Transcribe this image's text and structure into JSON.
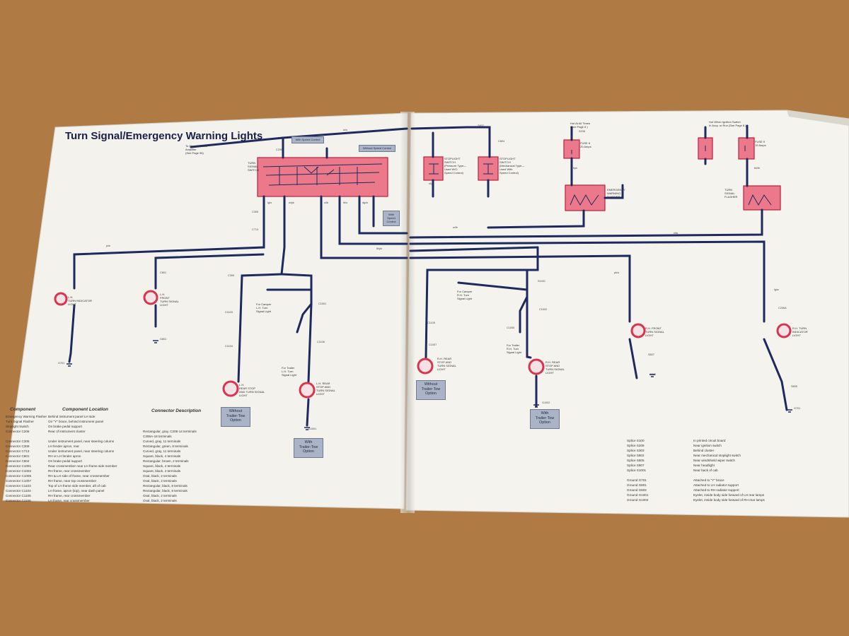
{
  "title": "Turn Signal/Emergency Warning Lights",
  "colors": {
    "wire": "#1e2a5e",
    "highlight": "#e8506a",
    "paper": "#f3f2ec",
    "option_box": "#aab4c6",
    "table": "#f4f3ee"
  },
  "component_table": {
    "headers": {
      "component": "Component",
      "location": "Component Location",
      "connector": "Connector Description"
    },
    "rows": [
      {
        "component": "Emergency Warning Flasher",
        "location": "Behind instrument panel LH side",
        "connector": ""
      },
      {
        "component": "Turn Signal Flasher",
        "location": "On \"Y\" brace, behind instrument panel",
        "connector": ""
      },
      {
        "component": "Stoplight Switch",
        "location": "On brake pedal support",
        "connector": ""
      },
      {
        "component": "Connector C206",
        "location": "Rear of instrument cluster",
        "connector": "Rectangular, gray, C206-14 terminals"
      },
      {
        "component": "",
        "location": "",
        "connector": "C206A-18 terminals"
      },
      {
        "component": "Connector C305",
        "location": "Under instrument panel, near steering column",
        "connector": "Curved, gray, 11 terminals"
      },
      {
        "component": "Connector C309",
        "location": "LH fender apron, rear",
        "connector": "Rectangular, green, 8 terminals"
      },
      {
        "component": "Connector C713",
        "location": "Under instrument panel, near steering column",
        "connector": "Curved, gray, 11 terminals"
      },
      {
        "component": "Connector C801",
        "location": "RH or LH fender apron",
        "connector": "Square, black, 4 terminals"
      },
      {
        "component": "Connector C804",
        "location": "On brake pedal support",
        "connector": "Rectangular, brown, 2 terminals"
      },
      {
        "component": "Connector C1001",
        "location": "Rear crossmember near LH frame side member",
        "connector": "Square, black, 4 terminals"
      },
      {
        "component": "Connector C1002",
        "location": "RH frame, rear crossmember",
        "connector": "Square, black, 4 terminals"
      },
      {
        "component": "Connector C1005",
        "location": "RH & LH side of frame, near crossmember",
        "connector": "Oval, black, 2 terminals"
      },
      {
        "component": "Connector C1007",
        "location": "RH frame, near top crossmember",
        "connector": "Oval, black, 2 terminals"
      },
      {
        "component": "Connector C1103",
        "location": "Top of LH frame side member, aft of cab",
        "connector": "Rectangular, black, 8 terminals"
      },
      {
        "component": "Connector C1104",
        "location": "LH frame, apron (top), near dash panel",
        "connector": "Rectangular, black, 8 terminals"
      },
      {
        "component": "Connector C1105",
        "location": "RH frame, rear crossmember",
        "connector": "Oval, black, 2 terminals"
      },
      {
        "component": "Connector C1106",
        "location": "LH frame, rear crossmember",
        "connector": "Oval, black, 2 terminals"
      }
    ]
  },
  "splice_table": [
    {
      "name": "Splice S100",
      "location": "In printed circuit board"
    },
    {
      "name": "Splice S208",
      "location": "Near ignition switch"
    },
    {
      "name": "Splice S303",
      "location": "Behind cluster"
    },
    {
      "name": "Splice S802",
      "location": "Near mechanical stoplight switch"
    },
    {
      "name": "Splice S805",
      "location": "Near windshield wiper switch"
    },
    {
      "name": "Splice S807",
      "location": "Near headlight"
    },
    {
      "name": "Splice S1001",
      "location": "Near back of cab"
    },
    {
      "name": "",
      "location": ""
    },
    {
      "name": "Ground G701",
      "location": "Attached to \"Y\" brace"
    },
    {
      "name": "Ground G801",
      "location": "Attached to LH radiator support"
    },
    {
      "name": "Ground G802",
      "location": "Attached to RH radiator support"
    },
    {
      "name": "Ground G1001",
      "location": "Eyelet, inside body side forward of LH rear lamps"
    },
    {
      "name": "Ground G1002",
      "location": "Eyelet, inside body side forward of RH rear lamps"
    }
  ],
  "options": [
    {
      "name": "option-without-tow-lh",
      "text": "Without\nTrailer-Tow\nOption"
    },
    {
      "name": "option-with-tow-lh",
      "text": "With\nTrailer-Tow\nOption"
    },
    {
      "name": "option-without-tow-rh",
      "text": "Without\nTrailer-Tow\nOption"
    },
    {
      "name": "option-with-tow-rh",
      "text": "With\nTrailer-Tow\nOption"
    },
    {
      "name": "option-with-speed-control",
      "text": "With\nSpeed\nControl"
    },
    {
      "name": "option-without-speed-control",
      "text": "Without Speed Control"
    },
    {
      "name": "option-with-speed-control-top",
      "text": "With Speed Control"
    }
  ],
  "components": {
    "turn_switch": "TURN\nSIGNAL\nSWITCH",
    "stoplight_switch_1": "STOPLIGHT\nSWITCH\n(Pressure Type—\nUsed W/O\nSpeed Control)",
    "stoplight_switch_2": "STOPLIGHT\nSWITCH\n(Mechanical Type—\nUsed With\nSpeed Control)",
    "fuse_8": "FUSE 8\n20 Amps",
    "fuse_9": "FUSE 9\n15 Amps",
    "emergency_flasher": "EMERGENCY\nWARNING\nFLASHER",
    "turn_flasher": "TURN\nSIGNAL\nFLASHER",
    "hot_at_all_times": "Hot At All Times\n(See Page 8 )",
    "hot_ignition": "Hot When Ignition Switch\nIn Accy. or Run (See Page 8 )",
    "to_speed_control": "To Speed Control\nAmplifier\n(See Page 96)",
    "lh_turn_indicator": "L.H.\nTURN INDICATOR\nLIGHT",
    "lh_front_turn": "L.H.\nFRONT\nTURN SIGNAL\nLIGHT",
    "lh_rear_stop": "L.H.\nREAR STOP\nAND TURN SIGNAL\nLIGHT",
    "lh_rear_stop_tow": "L.H. REAR\nSTOP AND\nTURN SIGNAL\nLIGHT",
    "rh_rear_stop": "R.H. REAR\nSTOP AND\nTURN SIGNAL\nLIGHT",
    "rh_rear_stop_tow": "R.H. REAR\nSTOP AND\nTURN SIGNAL\nLIGHT",
    "rh_front_turn": "R.H. FRONT\nTURN SIGNAL\nLIGHT",
    "rh_turn_indicator": "R.H. TURN\nINDICATOR\nLIGHT",
    "for_camper_lh": "For Camper\nL.H. Turn\nSignal Light",
    "for_trailer_lh": "For Trailer\nL.H. Turn\nSignal Light",
    "for_camper_rh": "For Camper\nR.H. Turn\nSignal Light",
    "for_trailer_rh": "For Trailer\nR.H. Turn\nSignal Light"
  },
  "connectors": [
    "C206",
    "C305",
    "C713",
    "C309",
    "C801",
    "C1103",
    "C1104",
    "C1001",
    "C1002",
    "C1105",
    "C1106",
    "C1005",
    "C1007",
    "C804",
    "C206A"
  ],
  "splices": [
    "S303",
    "S802",
    "S208",
    "S100",
    "S1001",
    "S805",
    "S807"
  ],
  "grounds": [
    "G701",
    "G801",
    "G802",
    "G1001",
    "G1002"
  ],
  "wire_labels": [
    "p/w",
    "lg/o",
    "w/pk",
    "o/lb",
    "lb/o",
    "dg/w",
    "w/lb",
    "w/o",
    "bk/lb",
    "lb/pk",
    "pk/o",
    "lg/w",
    "t/pk",
    "r/bk",
    "r/lg",
    "dg/o",
    "bk/w",
    "y/lg",
    "lb"
  ]
}
